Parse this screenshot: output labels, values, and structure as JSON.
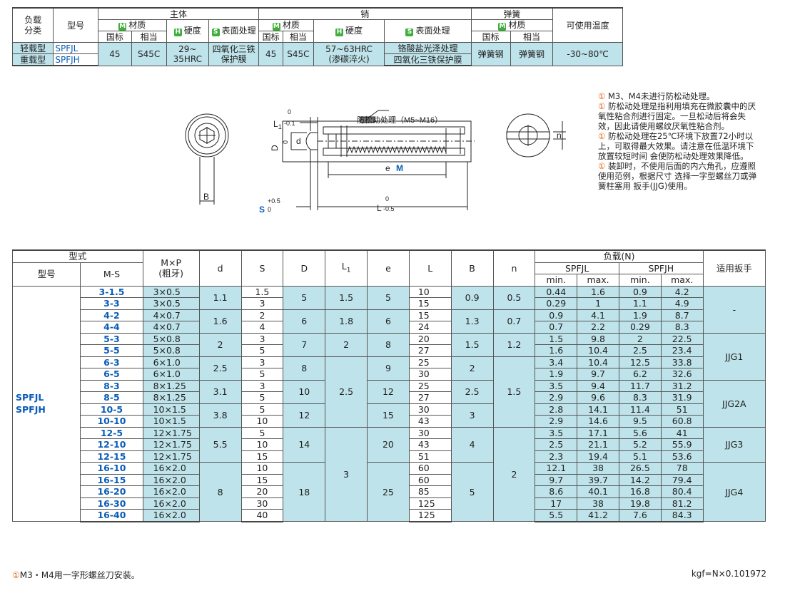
{
  "material_table": {
    "h_load_class": "负载\n分类",
    "h_model": "型号",
    "h_body": "主体",
    "h_pin": "销",
    "h_spring": "弹簧",
    "h_temp": "可使用温度",
    "badge_m": "M",
    "badge_h": "H",
    "badge_s": "S",
    "h_material": "材质",
    "h_hardness": "硬度",
    "h_surface": "表面处理",
    "h_gb": "国标",
    "h_equiv": "相当",
    "row1_class": "轻载型",
    "row1_model": "SPFJL",
    "row2_class": "重载型",
    "row2_model": "SPFJH",
    "body_gb": "45",
    "body_equiv": "S45C",
    "body_hardness_1": "29~",
    "body_hardness_2": "35HRC",
    "body_surface_1": "四氧化三铁",
    "body_surface_2": "保护膜",
    "pin_gb": "45",
    "pin_equiv": "S45C",
    "pin_hardness_1": "57~63HRC",
    "pin_hardness_2": "(渗碳淬火)",
    "pin_surface_1": "铬酸盐光泽处理",
    "pin_surface_2": "四氧化三铁保护膜",
    "spring_gb": "弹簧钢",
    "spring_equiv": "弹簧钢",
    "temp": "-30~80℃"
  },
  "notes": [
    "M3、M4未进行防松动处理。",
    "防松动处理是指利用填充在微胶囊中的厌氧性粘合剂进行固定。一旦松动后将会失效，因此请使用螺纹厌氧性粘合剂。",
    "防松动处理在25℃环境下放置72小时以上，可取得最大效果。请注意在低温环境下放置较短时间 会使防松动处理效果降低。",
    "装卸时，不使用后面的内六角孔，应遵照使用范例，根据尺寸 选择一字型螺丝刀或弹簧柱塞用 扳手(JJG)使用。"
  ],
  "warn_icon": "①",
  "drawing": {
    "l1": "L",
    "l1_sub": "1",
    "l1_tol_top": "0",
    "l1_tol_bot": "-0.1",
    "anti_loose": "防松动处理（M5~M16）",
    "d_label": "d",
    "d_tol_top": "0",
    "d_tol_bot": "-0.1",
    "D_label": "D",
    "e_label": "e",
    "M_label": "M",
    "S_label": "S",
    "S_tol_top": "+0.5",
    "S_tol_bot": "0",
    "L_label": "L",
    "L_tol_top": "0",
    "L_tol_bot": "-0.5",
    "B_label": "B",
    "n_label": "n"
  },
  "spec_table": {
    "h_form": "型式",
    "h_model": "型号",
    "h_ms": "M-S",
    "h_mp_1": "M×P",
    "h_mp_2": "(粗牙)",
    "h_d": "d",
    "h_s": "S",
    "h_D": "D",
    "h_L1": "L",
    "h_L1_sub": "1",
    "h_e": "e",
    "h_L": "L",
    "h_B": "B",
    "h_n": "n",
    "h_load": "负载(N)",
    "h_spfjl": "SPFJL",
    "h_spfjh": "SPFJH",
    "h_min": "min.",
    "h_max": "max.",
    "h_wrench": "适用扳手",
    "model_1": "SPFJL",
    "model_2": "SPFJH",
    "rows": [
      {
        "ms": "3-1.5",
        "mp": "3×0.5",
        "s": "1.5",
        "L": "10",
        "lmin": "0.44",
        "lmax": "1.6",
        "hmin": "0.9",
        "hmax": "4.2"
      },
      {
        "ms": "3-3",
        "mp": "3×0.5",
        "s": "3",
        "L": "15",
        "lmin": "0.29",
        "lmax": "1",
        "hmin": "1.1",
        "hmax": "4.9"
      },
      {
        "ms": "4-2",
        "mp": "4×0.7",
        "s": "2",
        "L": "15",
        "lmin": "0.9",
        "lmax": "4.1",
        "hmin": "1.9",
        "hmax": "8.7"
      },
      {
        "ms": "4-4",
        "mp": "4×0.7",
        "s": "4",
        "L": "24",
        "lmin": "0.7",
        "lmax": "2.2",
        "hmin": "0.29",
        "hmax": "8.3"
      },
      {
        "ms": "5-3",
        "mp": "5×0.8",
        "s": "3",
        "L": "20",
        "lmin": "1.5",
        "lmax": "9.8",
        "hmin": "2",
        "hmax": "22.5"
      },
      {
        "ms": "5-5",
        "mp": "5×0.8",
        "s": "5",
        "L": "27",
        "lmin": "1.6",
        "lmax": "10.4",
        "hmin": "2.5",
        "hmax": "23.4"
      },
      {
        "ms": "6-3",
        "mp": "6×1.0",
        "s": "3",
        "L": "25",
        "lmin": "3.4",
        "lmax": "10.4",
        "hmin": "12.5",
        "hmax": "33.8"
      },
      {
        "ms": "6-5",
        "mp": "6×1.0",
        "s": "5",
        "L": "30",
        "lmin": "1.9",
        "lmax": "9.7",
        "hmin": "6.2",
        "hmax": "32.6"
      },
      {
        "ms": "8-3",
        "mp": "8×1.25",
        "s": "3",
        "L": "25",
        "lmin": "3.5",
        "lmax": "9.4",
        "hmin": "11.7",
        "hmax": "31.2"
      },
      {
        "ms": "8-5",
        "mp": "8×1.25",
        "s": "5",
        "L": "27",
        "lmin": "2.9",
        "lmax": "9.6",
        "hmin": "8.3",
        "hmax": "31.9"
      },
      {
        "ms": "10-5",
        "mp": "10×1.5",
        "s": "5",
        "L": "30",
        "lmin": "2.8",
        "lmax": "14.1",
        "hmin": "11.4",
        "hmax": "51"
      },
      {
        "ms": "10-10",
        "mp": "10×1.5",
        "s": "10",
        "L": "43",
        "lmin": "2.9",
        "lmax": "14.6",
        "hmin": "9.5",
        "hmax": "60.8"
      },
      {
        "ms": "12-5",
        "mp": "12×1.75",
        "s": "5",
        "L": "30",
        "lmin": "3.5",
        "lmax": "17.1",
        "hmin": "5.6",
        "hmax": "41"
      },
      {
        "ms": "12-10",
        "mp": "12×1.75",
        "s": "10",
        "L": "43",
        "lmin": "2.5",
        "lmax": "21.1",
        "hmin": "5.2",
        "hmax": "55.9"
      },
      {
        "ms": "12-15",
        "mp": "12×1.75",
        "s": "15",
        "L": "51",
        "lmin": "2.3",
        "lmax": "19.4",
        "hmin": "5.1",
        "hmax": "53.6"
      },
      {
        "ms": "16-10",
        "mp": "16×2.0",
        "s": "10",
        "L": "60",
        "lmin": "12.1",
        "lmax": "38",
        "hmin": "26.5",
        "hmax": "78"
      },
      {
        "ms": "16-15",
        "mp": "16×2.0",
        "s": "15",
        "L": "60",
        "lmin": "9.7",
        "lmax": "39.7",
        "hmin": "14.2",
        "hmax": "79.4"
      },
      {
        "ms": "16-20",
        "mp": "16×2.0",
        "s": "20",
        "L": "85",
        "lmin": "8.6",
        "lmax": "40.1",
        "hmin": "16.8",
        "hmax": "80.4"
      },
      {
        "ms": "16-30",
        "mp": "16×2.0",
        "s": "30",
        "L": "125",
        "lmin": "17",
        "lmax": "38",
        "hmin": "19.8",
        "hmax": "81.2"
      },
      {
        "ms": "16-40",
        "mp": "16×2.0",
        "s": "40",
        "L": "125",
        "lmin": "5.5",
        "lmax": "41.2",
        "hmin": "7.6",
        "hmax": "84.3"
      }
    ],
    "d_groups": [
      {
        "span": 2,
        "v": "1.1"
      },
      {
        "span": 2,
        "v": "1.6"
      },
      {
        "span": 2,
        "v": "2"
      },
      {
        "span": 2,
        "v": "2.5"
      },
      {
        "span": 2,
        "v": "3.1"
      },
      {
        "span": 2,
        "v": "3.8"
      },
      {
        "span": 3,
        "v": "5.5"
      },
      {
        "span": 5,
        "v": "8"
      }
    ],
    "D_groups": [
      {
        "span": 2,
        "v": "5"
      },
      {
        "span": 2,
        "v": "6"
      },
      {
        "span": 2,
        "v": "7"
      },
      {
        "span": 2,
        "v": "8"
      },
      {
        "span": 2,
        "v": "10"
      },
      {
        "span": 2,
        "v": "12"
      },
      {
        "span": 3,
        "v": "14"
      },
      {
        "span": 5,
        "v": "18"
      }
    ],
    "L1_groups": [
      {
        "span": 2,
        "v": "1.5"
      },
      {
        "span": 2,
        "v": "1.8"
      },
      {
        "span": 2,
        "v": "2"
      },
      {
        "span": 6,
        "v": "2.5"
      },
      {
        "span": 8,
        "v": "3"
      }
    ],
    "e_groups": [
      {
        "span": 2,
        "v": "5"
      },
      {
        "span": 2,
        "v": "6"
      },
      {
        "span": 2,
        "v": "8"
      },
      {
        "span": 2,
        "v": "9"
      },
      {
        "span": 2,
        "v": "12"
      },
      {
        "span": 2,
        "v": "15"
      },
      {
        "span": 3,
        "v": "20"
      },
      {
        "span": 5,
        "v": "25"
      }
    ],
    "B_groups": [
      {
        "span": 2,
        "v": "0.9"
      },
      {
        "span": 2,
        "v": "1.3"
      },
      {
        "span": 2,
        "v": "1.5"
      },
      {
        "span": 2,
        "v": "2"
      },
      {
        "span": 2,
        "v": "2.5"
      },
      {
        "span": 2,
        "v": "3"
      },
      {
        "span": 3,
        "v": "4"
      },
      {
        "span": 5,
        "v": "5"
      }
    ],
    "n_groups": [
      {
        "span": 2,
        "v": "0.5"
      },
      {
        "span": 2,
        "v": "0.7"
      },
      {
        "span": 2,
        "v": "1.2"
      },
      {
        "span": 6,
        "v": "1.5"
      },
      {
        "span": 8,
        "v": "2"
      }
    ],
    "wrench_groups": [
      {
        "span": 4,
        "v": "-"
      },
      {
        "span": 4,
        "v": "JJG1"
      },
      {
        "span": 4,
        "v": "JJG2A"
      },
      {
        "span": 3,
        "v": "JJG3"
      },
      {
        "span": 5,
        "v": "JJG4"
      }
    ]
  },
  "footer": {
    "left": "M3・M4用一字形螺丝刀安装。",
    "right": "kgf=N×0.101972"
  }
}
